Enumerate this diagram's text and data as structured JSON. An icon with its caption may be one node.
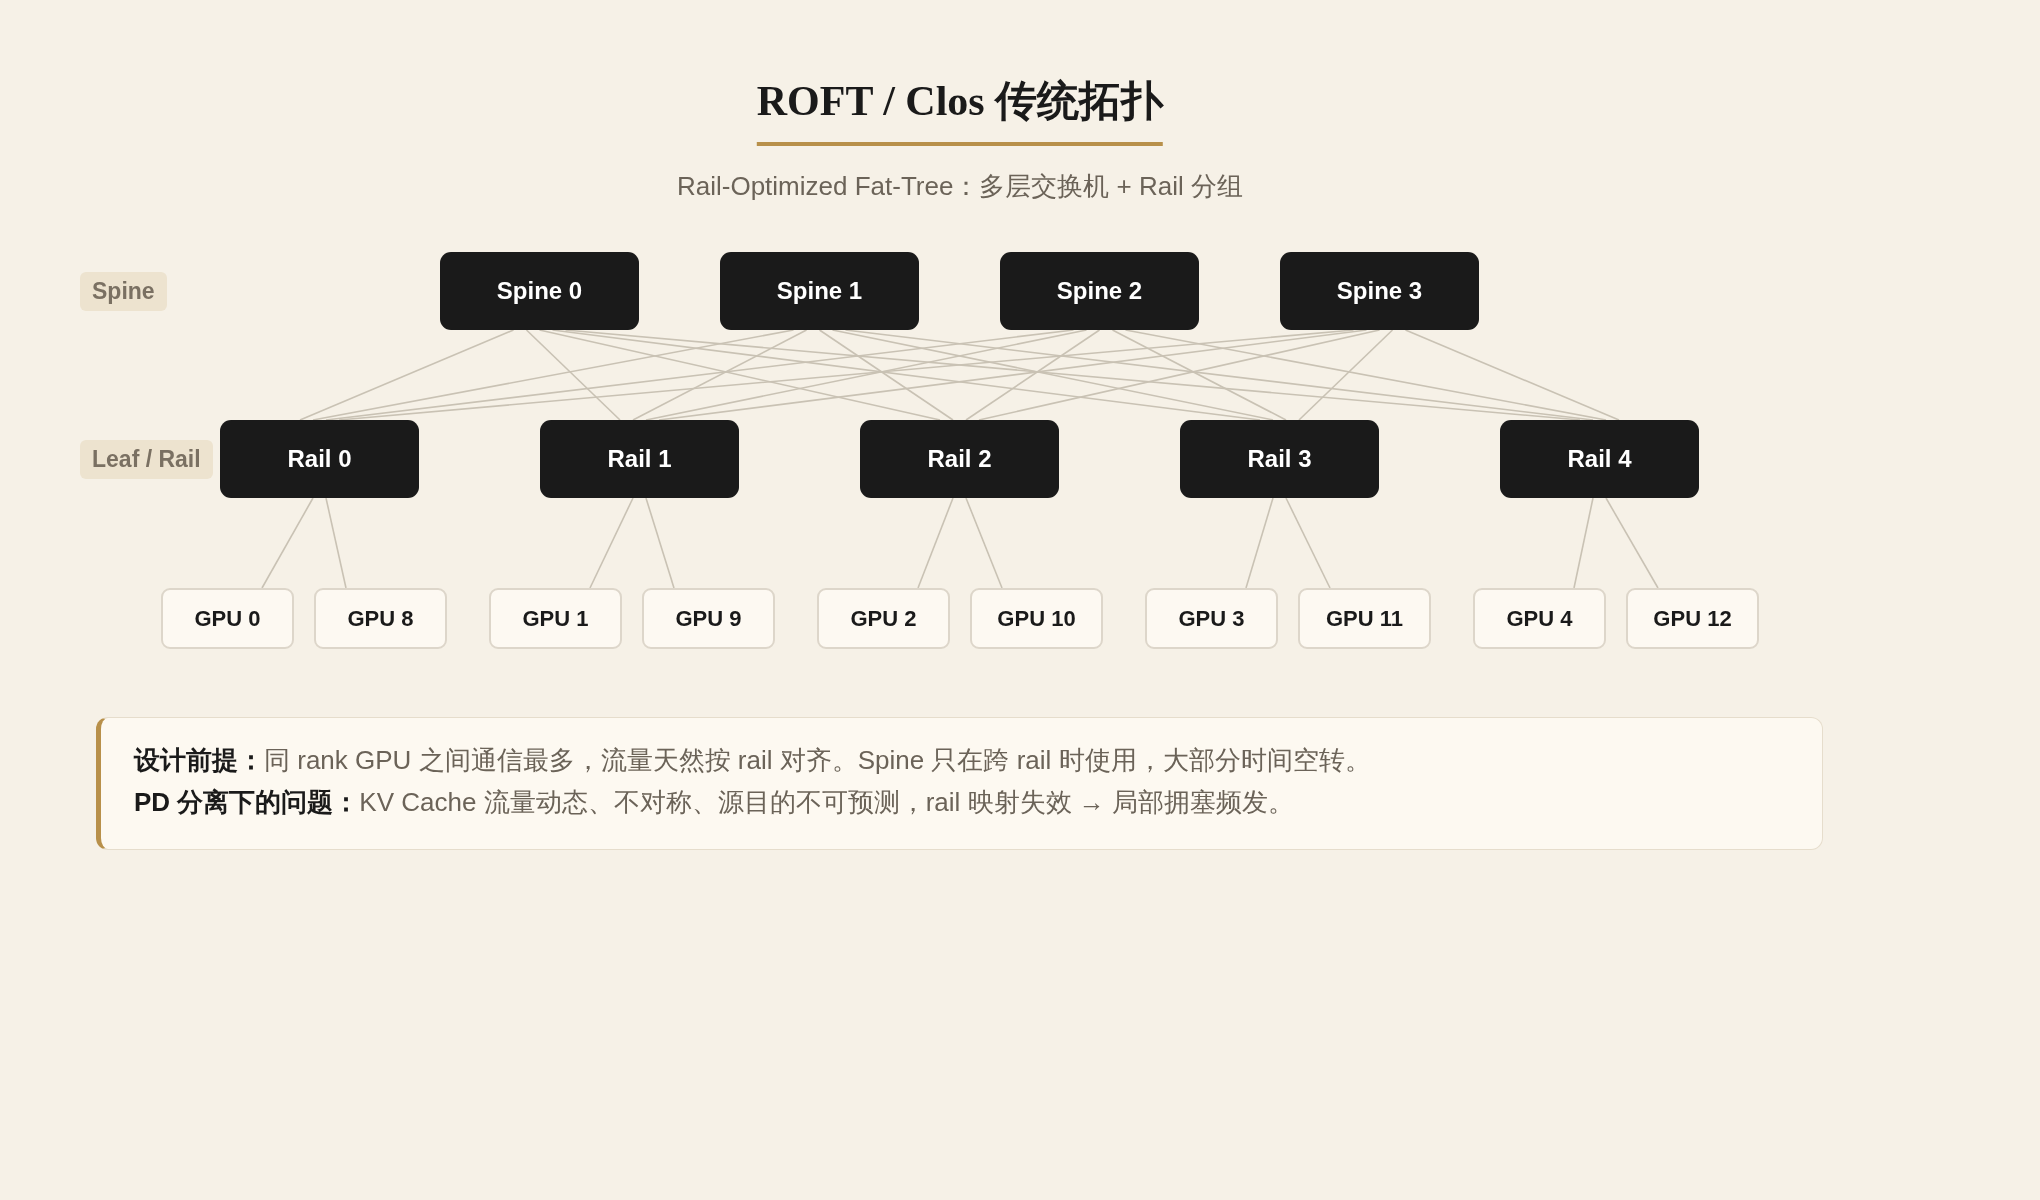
{
  "diagram": {
    "title": "ROFT / Clos 传统拓扑",
    "labels": [
      "Rail-Optimized Fat-Tree：多层交换机 + Rail 分组"
    ],
    "nodes": [
      {
        "text": [
          "Spine"
        ]
      },
      {
        "text": [
          "Spine 0"
        ]
      },
      {
        "text": [
          "Spine 1"
        ]
      },
      {
        "text": [
          "Spine 2"
        ]
      },
      {
        "text": [
          "Spine 3"
        ]
      },
      {
        "text": [
          "Leaf / Rail"
        ]
      },
      {
        "text": [
          "Rail 0"
        ]
      },
      {
        "text": [
          "Rail 1"
        ]
      },
      {
        "text": [
          "Rail 2"
        ]
      },
      {
        "text": [
          "Rail 3"
        ]
      },
      {
        "text": [
          "Rail 4"
        ]
      },
      {
        "text": [
          "GPU 0"
        ]
      },
      {
        "text": [
          "GPU 8"
        ]
      },
      {
        "text": [
          "GPU 1"
        ]
      },
      {
        "text": [
          "GPU 9"
        ]
      },
      {
        "text": [
          "GPU 2"
        ]
      },
      {
        "text": [
          "GPU 10"
        ]
      },
      {
        "text": [
          "GPU 3"
        ]
      },
      {
        "text": [
          "GPU 11"
        ]
      },
      {
        "text": [
          "GPU 4"
        ]
      },
      {
        "text": [
          "GPU 12"
        ]
      },
      {
        "text": [
          "**设计前提：**同 rank GPU 之间通信最多，流量天然按 rail 对齐。Spine 只在跨 rail 时使用，大部分时间空转。",
          "**PD 分离下的问题：**KV Cache 流量动态、不对称、源目的不可预测，rail 映射失效 → 局部拥塞频发。"
        ]
      }
    ],
    "edges": [
      {
        "from": 1,
        "to": 6,
        "arrow": "none"
      },
      {
        "from": 1,
        "to": 7,
        "arrow": "none"
      },
      {
        "from": 1,
        "to": 8,
        "arrow": "none"
      },
      {
        "from": 1,
        "to": 9,
        "arrow": "none"
      },
      {
        "from": 1,
        "to": 10,
        "arrow": "none"
      },
      {
        "from": 2,
        "to": 6,
        "arrow": "none"
      },
      {
        "from": 2,
        "to": 7,
        "arrow": "none"
      },
      {
        "from": 2,
        "to": 8,
        "arrow": "none"
      },
      {
        "from": 2,
        "to": 9,
        "arrow": "none"
      },
      {
        "from": 2,
        "to": 10,
        "arrow": "none"
      },
      {
        "from": 3,
        "to": 6,
        "arrow": "none"
      },
      {
        "from": 3,
        "to": 7,
        "arrow": "none"
      },
      {
        "from": 3,
        "to": 8,
        "arrow": "none"
      },
      {
        "from": 3,
        "to": 9,
        "arrow": "none"
      },
      {
        "from": 3,
        "to": 10,
        "arrow": "none"
      },
      {
        "from": 4,
        "to": 6,
        "arrow": "none"
      },
      {
        "from": 4,
        "to": 7,
        "arrow": "none"
      },
      {
        "from": 4,
        "to": 8,
        "arrow": "none"
      },
      {
        "from": 4,
        "to": 9,
        "arrow": "none"
      },
      {
        "from": 4,
        "to": 10,
        "arrow": "none"
      },
      {
        "from": 6,
        "to": 11,
        "arrow": "none"
      },
      {
        "from": 6,
        "to": 12,
        "arrow": "none"
      },
      {
        "from": 7,
        "to": 13,
        "arrow": "none"
      },
      {
        "from": 7,
        "to": 14,
        "arrow": "none"
      },
      {
        "from": 8,
        "to": 15,
        "arrow": "none"
      },
      {
        "from": 8,
        "to": 16,
        "arrow": "none"
      },
      {
        "from": 9,
        "to": 17,
        "arrow": "none"
      },
      {
        "from": 9,
        "to": 18,
        "arrow": "none"
      },
      {
        "from": 10,
        "to": 19,
        "arrow": "none"
      },
      {
        "from": 10,
        "to": 20,
        "arrow": "none"
      }
    ]
  }
}
